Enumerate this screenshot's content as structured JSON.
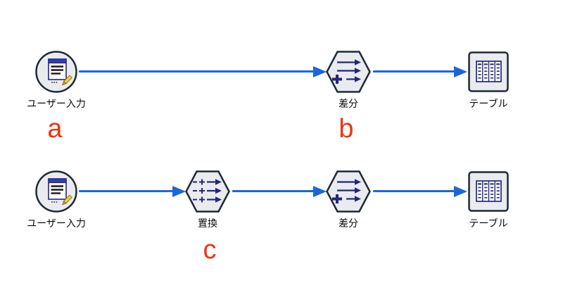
{
  "diagram": {
    "kind": "modeler-stream-diagram",
    "colors": {
      "connector": "#1b67d9",
      "node_fill": "#e9ebee",
      "node_border": "#1c2a36",
      "icon_navy": "#23277b",
      "doc_titlebar": "#2e3fb4",
      "pencil_yellow": "#f0cf3e",
      "annotation_red": "#ee3511",
      "label_text": "#0b0b0b",
      "canvas_bg": "#ffffff"
    },
    "rows": [
      {
        "name": "stream-top",
        "nodes": [
          {
            "type": "user-input-source",
            "icon": "document-pencil-icon",
            "label": "ユーザー入力",
            "annotation": "a"
          },
          {
            "type": "derive",
            "icon": "arrows-plus-icon",
            "label": "差分",
            "annotation": "b"
          },
          {
            "type": "table-output",
            "icon": "table-grid-icon",
            "label": "テーブル"
          }
        ]
      },
      {
        "name": "stream-bottom",
        "nodes": [
          {
            "type": "user-input-source",
            "icon": "document-pencil-icon",
            "label": "ユーザー入力"
          },
          {
            "type": "filler",
            "icon": "minus-plus-arrow-icon",
            "label": "置換",
            "annotation": "c"
          },
          {
            "type": "derive",
            "icon": "arrows-plus-icon",
            "label": "差分"
          },
          {
            "type": "table-output",
            "icon": "table-grid-icon",
            "label": "テーブル"
          }
        ]
      }
    ]
  }
}
